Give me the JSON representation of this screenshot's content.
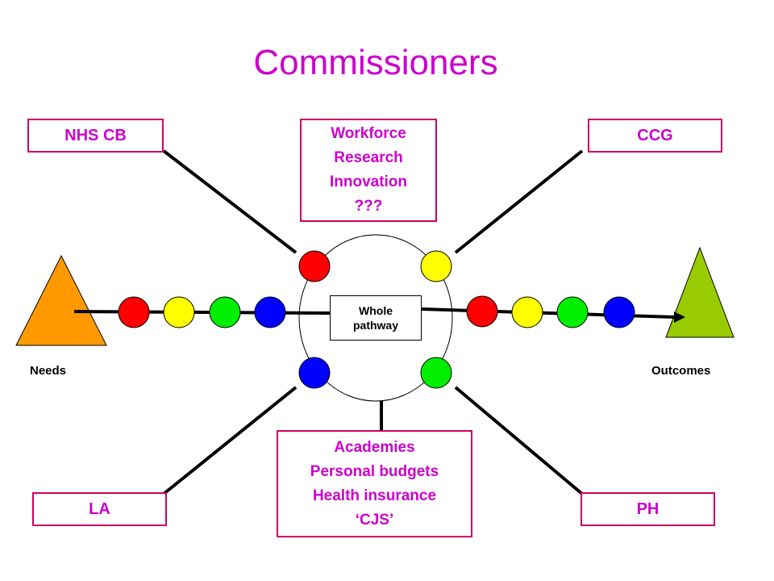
{
  "title": "Commissioners",
  "boxes": {
    "nhs_cb": "NHS CB",
    "workforce": [
      "Workforce",
      "Research",
      "Innovation",
      "???"
    ],
    "ccg": "CCG",
    "la": "LA",
    "academies": [
      "Academies",
      "Personal budgets",
      "Health insurance",
      "‘CJS’"
    ],
    "ph": "PH"
  },
  "center": {
    "line1": "Whole",
    "line2": "pathway"
  },
  "labels": {
    "needs": "Needs",
    "outcomes": "Outcomes"
  },
  "colors": {
    "title": "#cc00cc",
    "box_border": "#cc0066",
    "red": "#ff0000",
    "yellow": "#ffff00",
    "green": "#00ee00",
    "blue": "#0000ff",
    "needs_triangle": "#ff9900",
    "outcomes_triangle": "#99cc00"
  }
}
